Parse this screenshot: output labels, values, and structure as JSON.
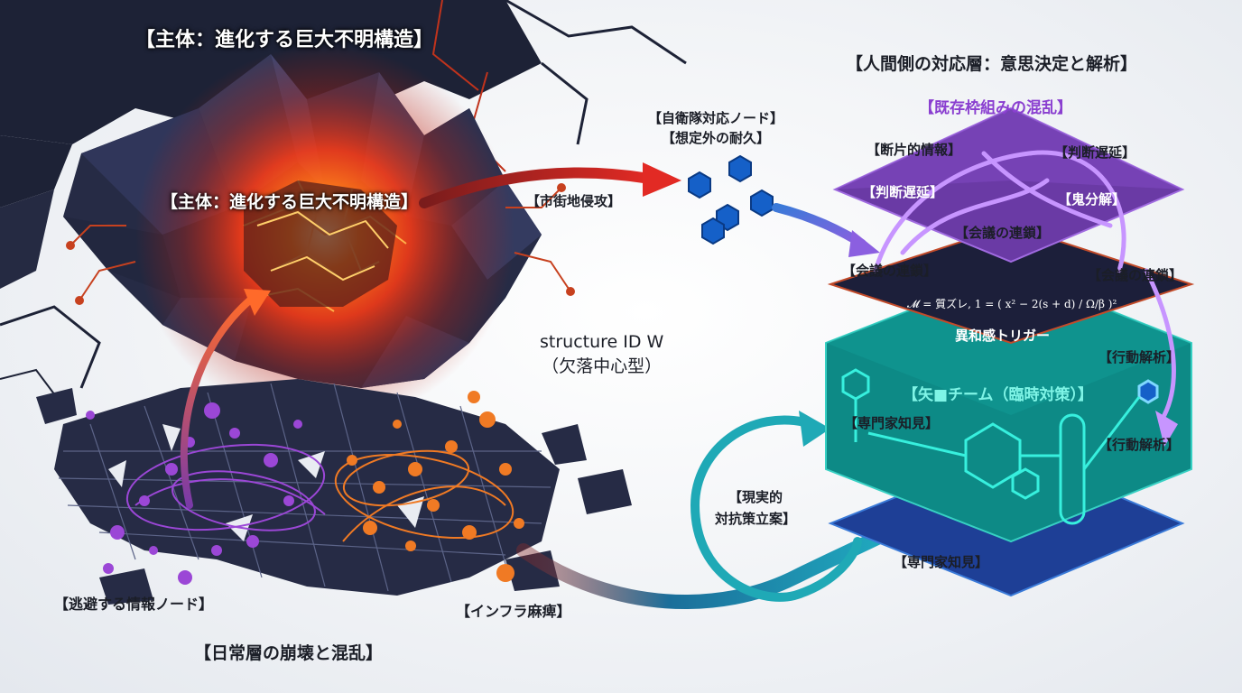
{
  "colors": {
    "crystal_dark": "#1f2338",
    "core_red": "#ff3b14",
    "core_orange": "#ff7a1a",
    "purple_node": "#9b47d6",
    "orange_node": "#f07a24",
    "grid_dark": "#262b45",
    "hex_blue": "#1560c8",
    "layer_purple": "#6a3aa5",
    "layer_navy": "#1c1f3a",
    "layer_teal": "#0d8a86",
    "layer_blue": "#1e3f96",
    "arrow_red": "#d62a2a",
    "arrow_teal": "#1fa9b6"
  },
  "left": {
    "title_top": "【主体：進化する巨大不明構造】",
    "title_core": "【主体：進化する巨大不明構造】",
    "escape_nodes": "【逃避する情報ノード】",
    "infra": "【インフラ麻痺】",
    "daily_collapse": "【日常層の崩壊と混乱】"
  },
  "middle": {
    "sdf_node_line1": "【自衛隊対応ノード】",
    "sdf_node_line2": "【想定外の耐久】",
    "city_attack": "【市街地侵攻】",
    "structure_id_line1": "structure ID W",
    "structure_id_line2": "（欠落中心型）",
    "realistic_line1": "【現実的",
    "realistic_line2": "対抗策立案】"
  },
  "right": {
    "header": "【人間側の対応層：意思決定と解析】",
    "top_layer_title": "【既存枠組みの混乱】",
    "fragment_info": "【断片的情報】",
    "judgment_delay_right": "【判断遅延】",
    "judgment_delay_left": "【判断遅延】",
    "division": "【⿁分解】",
    "meeting_chain_center": "【会議の連鎖】",
    "meeting_chain_left": "【会議の連鎖】",
    "meeting_chain_right": "【会議の連鎖】",
    "formula": "𝓜 = 質ズレ,  1 = ( x² − 2(s + d) / Ω/β )²",
    "trigger": "異和感トリガー",
    "team_title": "【矢■チーム（臨時対策）】",
    "expert_upper": "【専門家知見】",
    "expert_lower": "【専門家知見】",
    "action_analysis_upper": "【行動解析】",
    "action_analysis_lower": "【行動解析】"
  }
}
